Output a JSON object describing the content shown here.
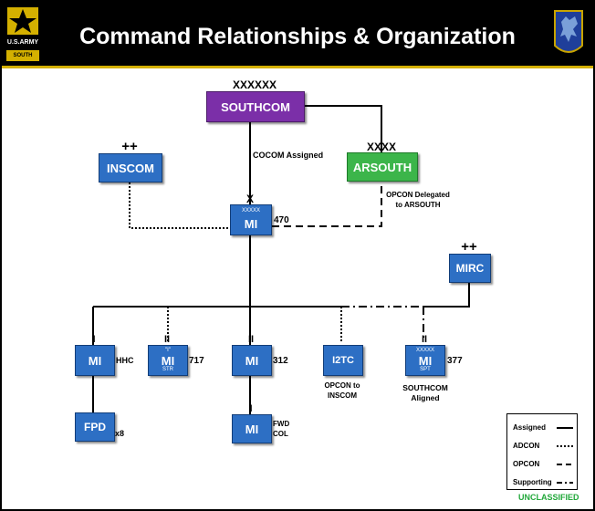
{
  "header": {
    "title": "Command Relationships & Organization",
    "logo_text": "U.S.ARMY",
    "logo_sub": "SOUTH"
  },
  "nodes": {
    "southcom": {
      "label": "SOUTHCOM",
      "echelon": "XXXXXX",
      "color": "#7b2fa8"
    },
    "arsouth": {
      "label": "ARSOUTH",
      "echelon": "XXXX",
      "color": "#3cb54a"
    },
    "inscom": {
      "label": "INSCOM",
      "echelon": "++"
    },
    "mi470": {
      "label": "MI",
      "echelon": "X",
      "mini": "XXXXX",
      "number": "470"
    },
    "mirc": {
      "label": "MIRC",
      "echelon": "++"
    },
    "mi_hhc": {
      "label": "MI",
      "echelon": "I",
      "side": "HHC"
    },
    "mi717": {
      "label": "MI",
      "echelon": "II",
      "mini_top": "\"I\"",
      "mini_bottom": "STR",
      "number": "717"
    },
    "mi312": {
      "label": "MI",
      "echelon": "II",
      "number": "312"
    },
    "i2tc": {
      "label": "I2TC",
      "caption": "OPCON to\nINSCOM"
    },
    "mi377": {
      "label": "MI",
      "echelon": "II",
      "mini_top": "XXXXX",
      "mini_bottom": "SPT",
      "number": "377",
      "caption": "SOUTHCOM\nAligned"
    },
    "fpd": {
      "label": "FPD",
      "side": "x8"
    },
    "mi_fwd": {
      "label": "MI",
      "echelon": "I",
      "side": "FWD\nCOL"
    }
  },
  "annotations": {
    "cocom": "COCOM Assigned",
    "opcon_delegated": "OPCON Delegated\nto ARSOUTH"
  },
  "legend": {
    "items": [
      {
        "label": "Assigned",
        "style": "solid"
      },
      {
        "label": "ADCON",
        "style": "dotted"
      },
      {
        "label": "OPCON",
        "style": "dashed"
      },
      {
        "label": "Supporting",
        "style": "dash-dot"
      }
    ]
  },
  "footer": {
    "classification": "UNCLASSIFIED"
  }
}
